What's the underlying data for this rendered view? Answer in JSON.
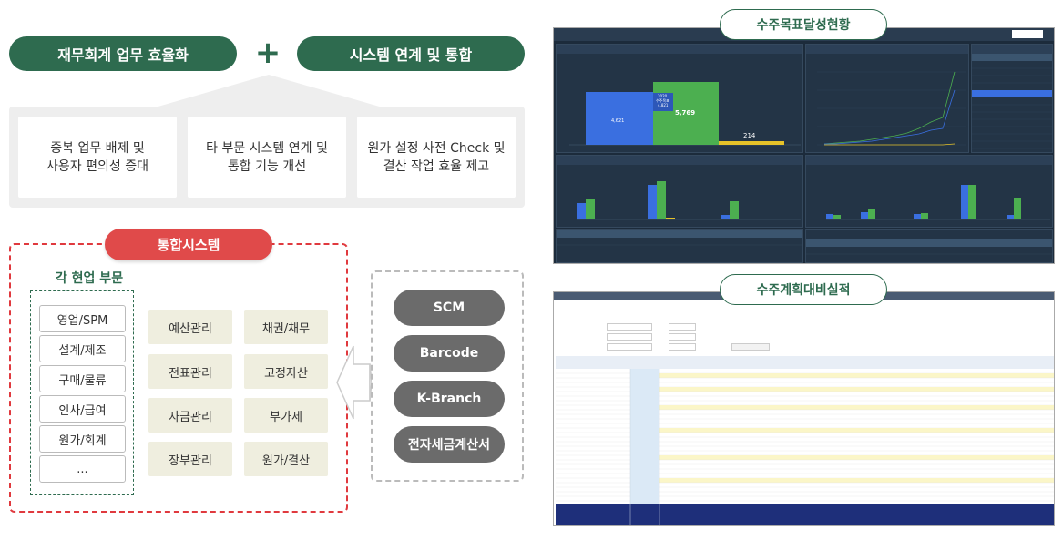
{
  "header": {
    "left_pill": "재무회계 업무 효율화",
    "plus": "+",
    "right_pill": "시스템 연계 및 통합"
  },
  "benefits": [
    {
      "text": "중복 업무 배제 및\n사용자 편의성 증대"
    },
    {
      "text": "타 부문 시스템 연계 및\n통합 기능 개선"
    },
    {
      "text": "원가 설정 사전 Check 및\n결산 작업 효율 제고"
    }
  ],
  "integrated": {
    "title": "통합시스템",
    "dept_title": "각 현업 부문",
    "departments": [
      "영업/SPM",
      "설계/제조",
      "구매/물류",
      "인사/급여",
      "원가/회계",
      "..."
    ],
    "modules": [
      "예산관리",
      "채권/채무",
      "전표관리",
      "고정자산",
      "자금관리",
      "부가세",
      "장부관리",
      "원가/결산"
    ]
  },
  "external": {
    "systems": [
      "SCM",
      "Barcode",
      "K-Branch",
      "전자세금계산서"
    ]
  },
  "screenshots": {
    "dashboard_title": "수주목표달성현황",
    "sheet_title": "수주계획대비실적"
  },
  "dashboard": {
    "big_value": "5,769",
    "small_value": "214",
    "callout_year": "2020",
    "callout_label": "수주목표",
    "callout_value": "4,821",
    "left_value": "4,621"
  },
  "colors": {
    "brand_green": "#2e6b4f",
    "accent_red": "#e04a4a",
    "ext_grey": "#6b6b6b",
    "module_beige": "#efeedf"
  }
}
